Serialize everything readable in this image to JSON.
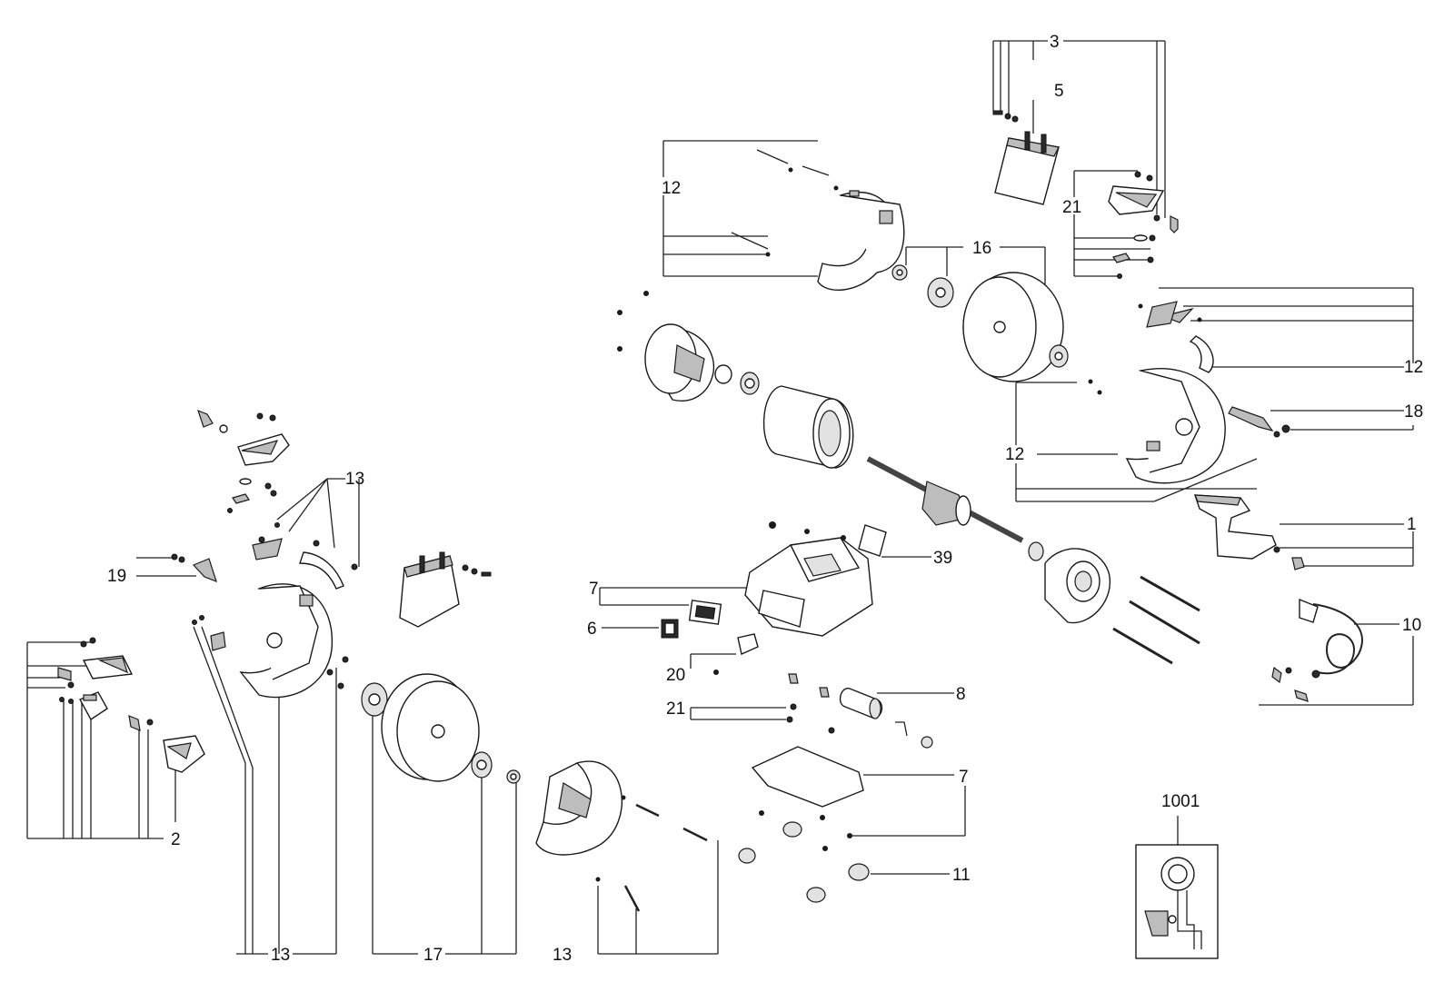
{
  "labels": {
    "l1": "1",
    "l2": "2",
    "l3": "3",
    "l5": "5",
    "l6": "6",
    "l7a": "7",
    "l7b": "7",
    "l8": "8",
    "l10": "10",
    "l11": "11",
    "l12a": "12",
    "l12b": "12",
    "l12c": "12",
    "l13a": "13",
    "l13b": "13",
    "l13c": "13",
    "l16": "16",
    "l17": "17",
    "l18": "18",
    "l19": "19",
    "l20": "20",
    "l21a": "21",
    "l21b": "21",
    "l39": "39",
    "l1001": "1001"
  },
  "colors": {
    "line": "#222222",
    "part_fill": "#ffffff",
    "shade": "#bdbdbd",
    "dark": "#2a2a2a"
  }
}
